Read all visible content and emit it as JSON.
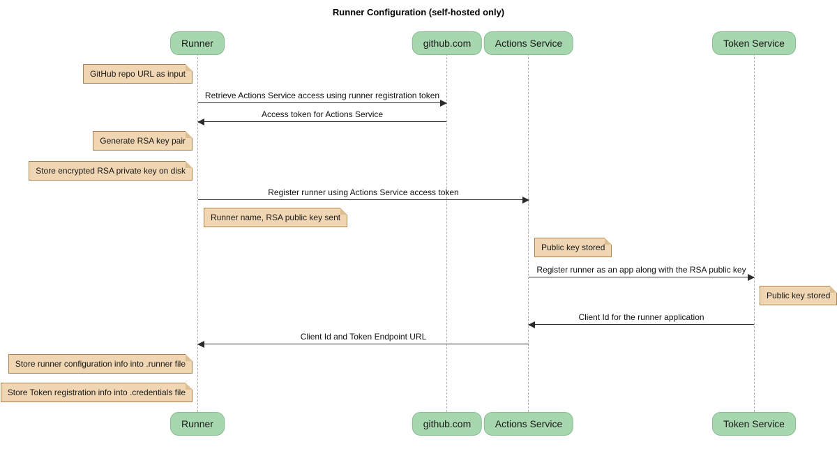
{
  "title": "Runner Configuration (self-hosted only)",
  "colors": {
    "participant_fill": "#a7d7af",
    "participant_border": "#86bb8f",
    "note_fill": "#f0d6b3",
    "note_border": "#a9824d",
    "lifeline": "#b0b0b0",
    "arrow": "#2b2b2b"
  },
  "participants": [
    {
      "label": "Runner"
    },
    {
      "label": "github.com"
    },
    {
      "label": "Actions Service"
    },
    {
      "label": "Token Service"
    }
  ],
  "notes": [
    {
      "label": "GitHub repo URL as input",
      "position": "left of Runner"
    },
    {
      "label": "Generate RSA key pair",
      "position": "left of Runner"
    },
    {
      "label": "Store encrypted RSA private key on disk",
      "position": "left of Runner"
    },
    {
      "label": "Runner name, RSA public key sent",
      "position": "right of Runner"
    },
    {
      "label": "Public key stored",
      "position": "right of Actions Service"
    },
    {
      "label": "Public key stored",
      "position": "right of Token Service"
    },
    {
      "label": "Store runner configuration info into .runner file",
      "position": "left of Runner"
    },
    {
      "label": "Store Token registration info into .credentials file",
      "position": "left of Runner"
    }
  ],
  "messages": [
    {
      "from": "Runner",
      "to": "github.com",
      "direction": "right",
      "label": "Retrieve Actions Service access using runner registration token"
    },
    {
      "from": "github.com",
      "to": "Runner",
      "direction": "left",
      "label": "Access token for Actions Service"
    },
    {
      "from": "Runner",
      "to": "Actions Service",
      "direction": "right",
      "label": "Register runner using Actions Service access token"
    },
    {
      "from": "Actions Service",
      "to": "Token Service",
      "direction": "right",
      "label": "Register runner as an app along with the RSA public key"
    },
    {
      "from": "Token Service",
      "to": "Actions Service",
      "direction": "left",
      "label": "Client Id for the runner application"
    },
    {
      "from": "Actions Service",
      "to": "Runner",
      "direction": "left",
      "label": "Client Id and Token Endpoint URL"
    }
  ]
}
